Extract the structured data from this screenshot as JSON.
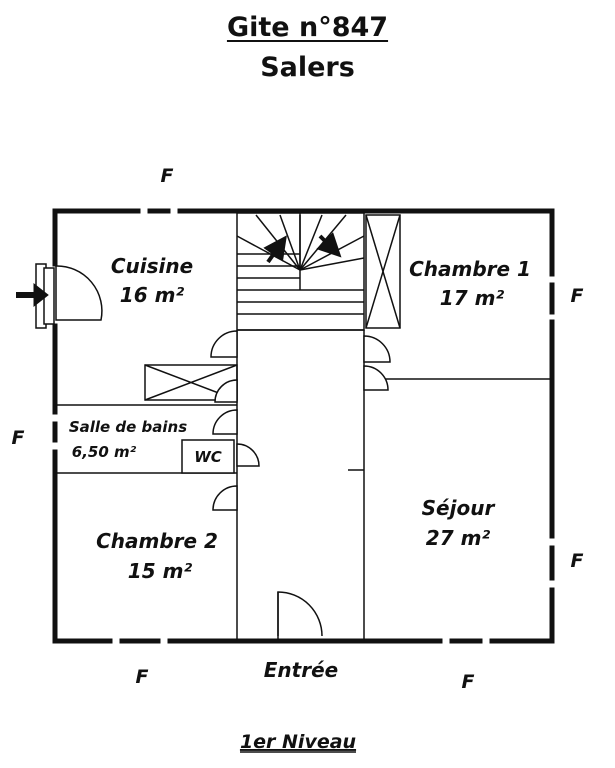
{
  "header": {
    "title": "Gite n°847",
    "subtitle": "Salers"
  },
  "rooms": {
    "cuisine": {
      "name": "Cuisine",
      "area": "16 m²"
    },
    "chambre1": {
      "name": "Chambre 1",
      "area": "17 m²"
    },
    "salle_de_bains": {
      "name": "Salle de bains",
      "area": "6,50 m²"
    },
    "wc": {
      "name": "WC"
    },
    "chambre2": {
      "name": "Chambre 2",
      "area": "15 m²"
    },
    "sejour": {
      "name": "Séjour",
      "area": "27 m²"
    }
  },
  "entrance_label": "Entrée",
  "window_marker": "F",
  "footer": {
    "level": "1er Niveau"
  }
}
